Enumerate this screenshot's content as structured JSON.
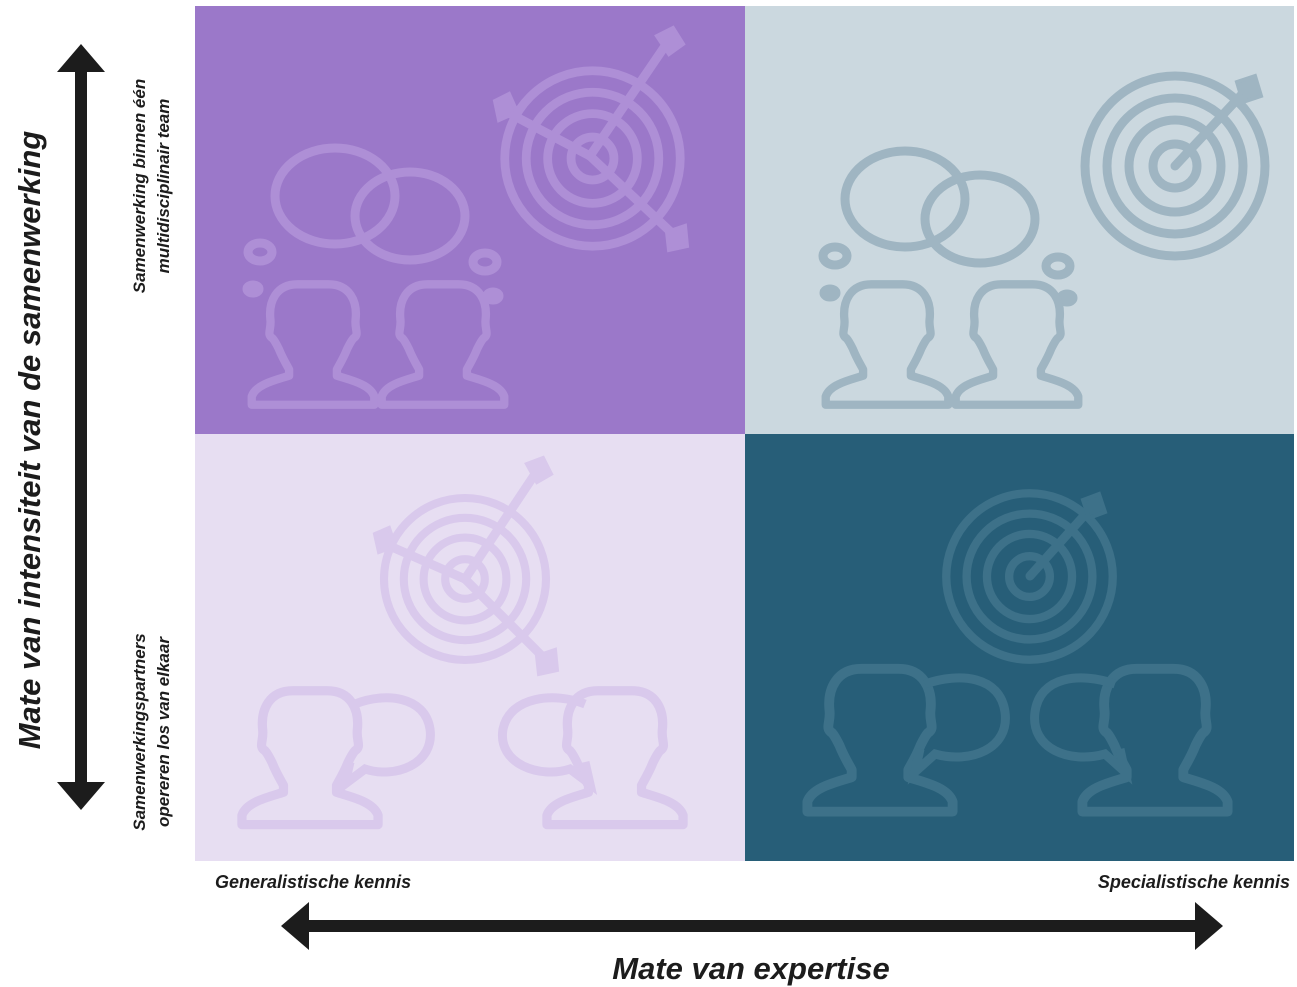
{
  "axes": {
    "y_title": "Mate van intensiteit van de samenwerking",
    "x_title": "Mate van expertise",
    "y_top_label_line1": "Samenwerking binnen één",
    "y_top_label_line2": "multidisciplinair team",
    "y_bottom_label_line1": "Samenwerkingspartners",
    "y_bottom_label_line2": "opereren los van elkaar",
    "x_left_label": "Generalistische kennis",
    "x_right_label": "Specialistische kennis"
  },
  "quadrants": {
    "top_left": {
      "color": "#9b78c9",
      "icon_color": "#ae8fd6",
      "icons": [
        "people-icon",
        "speech-bubbles-icon",
        "target-with-darts-icon"
      ]
    },
    "top_right": {
      "color": "#cbd8df",
      "icon_color": "#9fb5c2",
      "icons": [
        "people-icon",
        "speech-bubbles-icon",
        "target-with-dart-icon"
      ]
    },
    "bottom_left": {
      "color": "#e7def2",
      "icon_color": "#d9c9ec",
      "icons": [
        "people-with-speech-icon",
        "target-with-darts-icon"
      ]
    },
    "bottom_right": {
      "color": "#275e78",
      "icon_color": "#3d7189",
      "icons": [
        "people-with-speech-icon",
        "target-with-dart-icon"
      ]
    }
  },
  "arrow_color": "#1c1c1c"
}
